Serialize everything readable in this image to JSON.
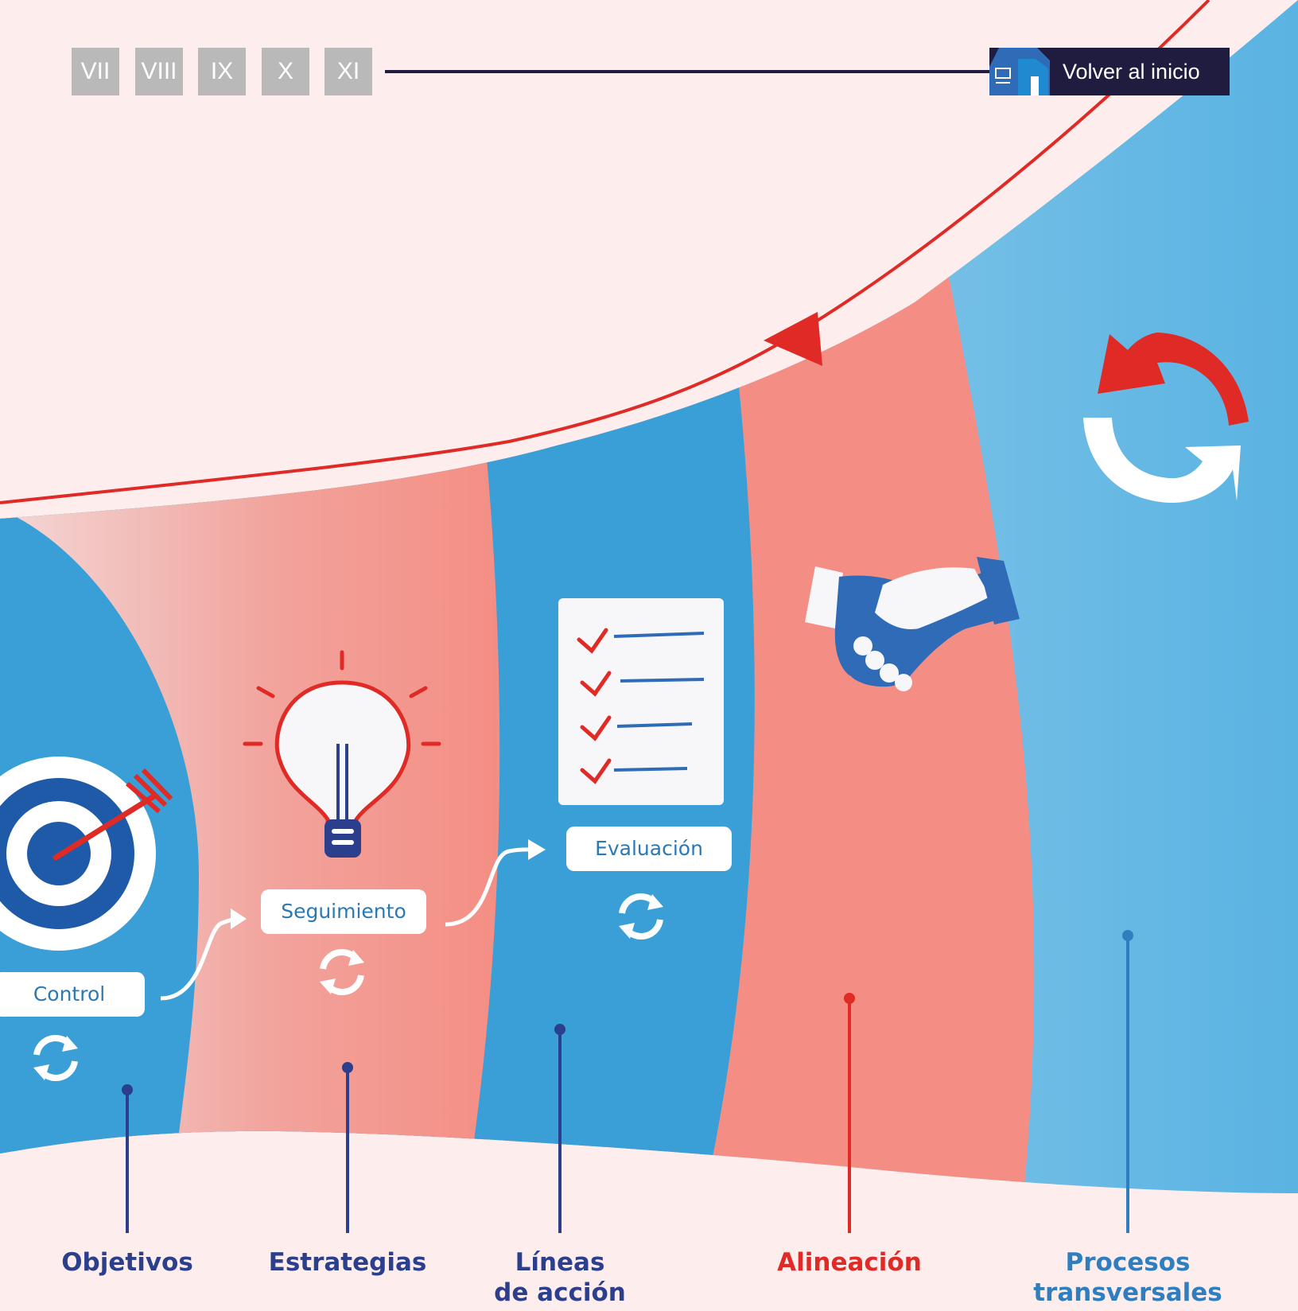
{
  "nav": {
    "tabs": [
      {
        "label": "VII"
      },
      {
        "label": "VIII"
      },
      {
        "label": "IX"
      },
      {
        "label": "X"
      },
      {
        "label": "XI"
      }
    ],
    "home_label": "Volver al inicio"
  },
  "colors": {
    "background": "#fdeeed",
    "blue": "#3a9fd6",
    "light_blue": "#8ccbeb",
    "salmon": "#f48e84",
    "red": "#df2a26",
    "navy": "#1f1c40",
    "dark_blue_text": "#2b3f8c",
    "nav_tab_gray": "#b9b9b9"
  },
  "diagram": {
    "stages": [
      {
        "label": "Objetivos",
        "color": "#2b3f8c",
        "icon": "target-icon"
      },
      {
        "label": "Estrategias",
        "color": "#2b3f8c",
        "icon": "lightbulb-icon"
      },
      {
        "label": "Líneas\nde acción",
        "color": "#2b3f8c",
        "icon": "checklist-icon"
      },
      {
        "label": "Alineación",
        "color": "#df2a26",
        "icon": "handshake-icon"
      },
      {
        "label": "Procesos\ntransversales",
        "color": "#2f7fc0",
        "icon": "cycle-arrows-icon"
      }
    ],
    "process_steps": [
      "Control",
      "Seguimiento",
      "Evaluación"
    ]
  }
}
